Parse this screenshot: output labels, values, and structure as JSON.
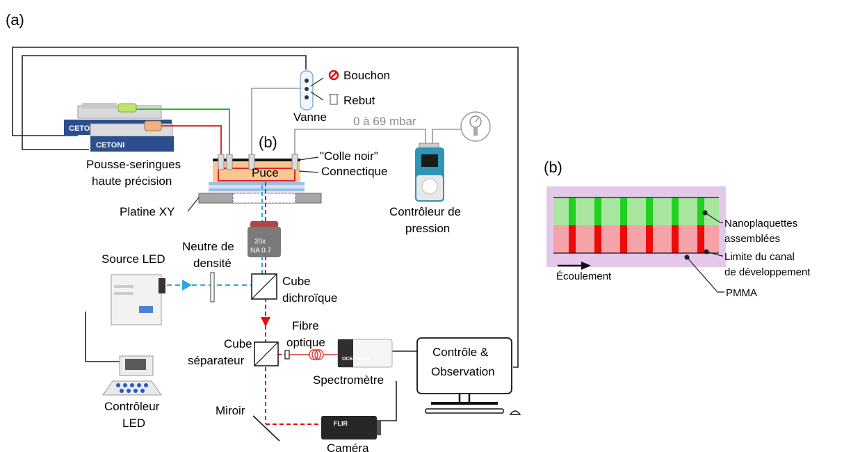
{
  "panel_a": {
    "tag": "(a)",
    "labels": {
      "bouchon": "Bouchon",
      "rebut": "Rebut",
      "vanne": "Vanne",
      "pressure_range": "0 à 69 mbar",
      "sub_b": "(b)",
      "colle_noir": "\"Colle noir\"",
      "connectique": "Connectique",
      "puce": "Puce",
      "syringe_line1": "Pousse-seringues",
      "syringe_line2": "haute précision",
      "platine": "Platine XY",
      "pressure_ctrl_line1": "Contrôleur de",
      "pressure_ctrl_line2": "pression",
      "objective_line1": "20x",
      "objective_line2": "NA 0.7",
      "source_led": "Source LED",
      "neutre_line1": "Neutre de",
      "neutre_line2": "densité",
      "cube_dich_line1": "Cube",
      "cube_dich_line2": "dichroïque",
      "fibre_line1": "Fibre",
      "fibre_line2": "optique",
      "cube_sep_line1": "Cube",
      "cube_sep_line2": "séparateur",
      "spectro": "Spectromètre",
      "control_line1": "Contrôle &",
      "control_line2": "Observation",
      "ctrl_led_line1": "Contrôleur",
      "ctrl_led_line2": "LED",
      "miroir": "Miroir",
      "camera": "Caméra",
      "brand_syringe": "CETONI",
      "brand_spectro": "OCEANHDX",
      "brand_camera": "FLIR"
    }
  },
  "panel_b": {
    "tag": "(b)",
    "labels": {
      "nano_line1": "Nanoplaquettes",
      "nano_line2": "assemblées",
      "limite_line1": "Limite du canal",
      "limite_line2": "de développement",
      "pmma": "PMMA",
      "flow": "Écoulement"
    }
  },
  "colors": {
    "green_line": "#22c322",
    "red_line": "#e03030",
    "cyan_beam": "#2aa9e0",
    "red_beam": "#e01010",
    "grey_tube": "#9a9a9a",
    "chip_fill": "#f9c890",
    "pmma": "#e3c8ea",
    "band_green": "#a8e6a0",
    "band_green_dark": "#22d022",
    "band_red": "#f5a3a8",
    "band_red_dark": "#ee0a0a"
  }
}
